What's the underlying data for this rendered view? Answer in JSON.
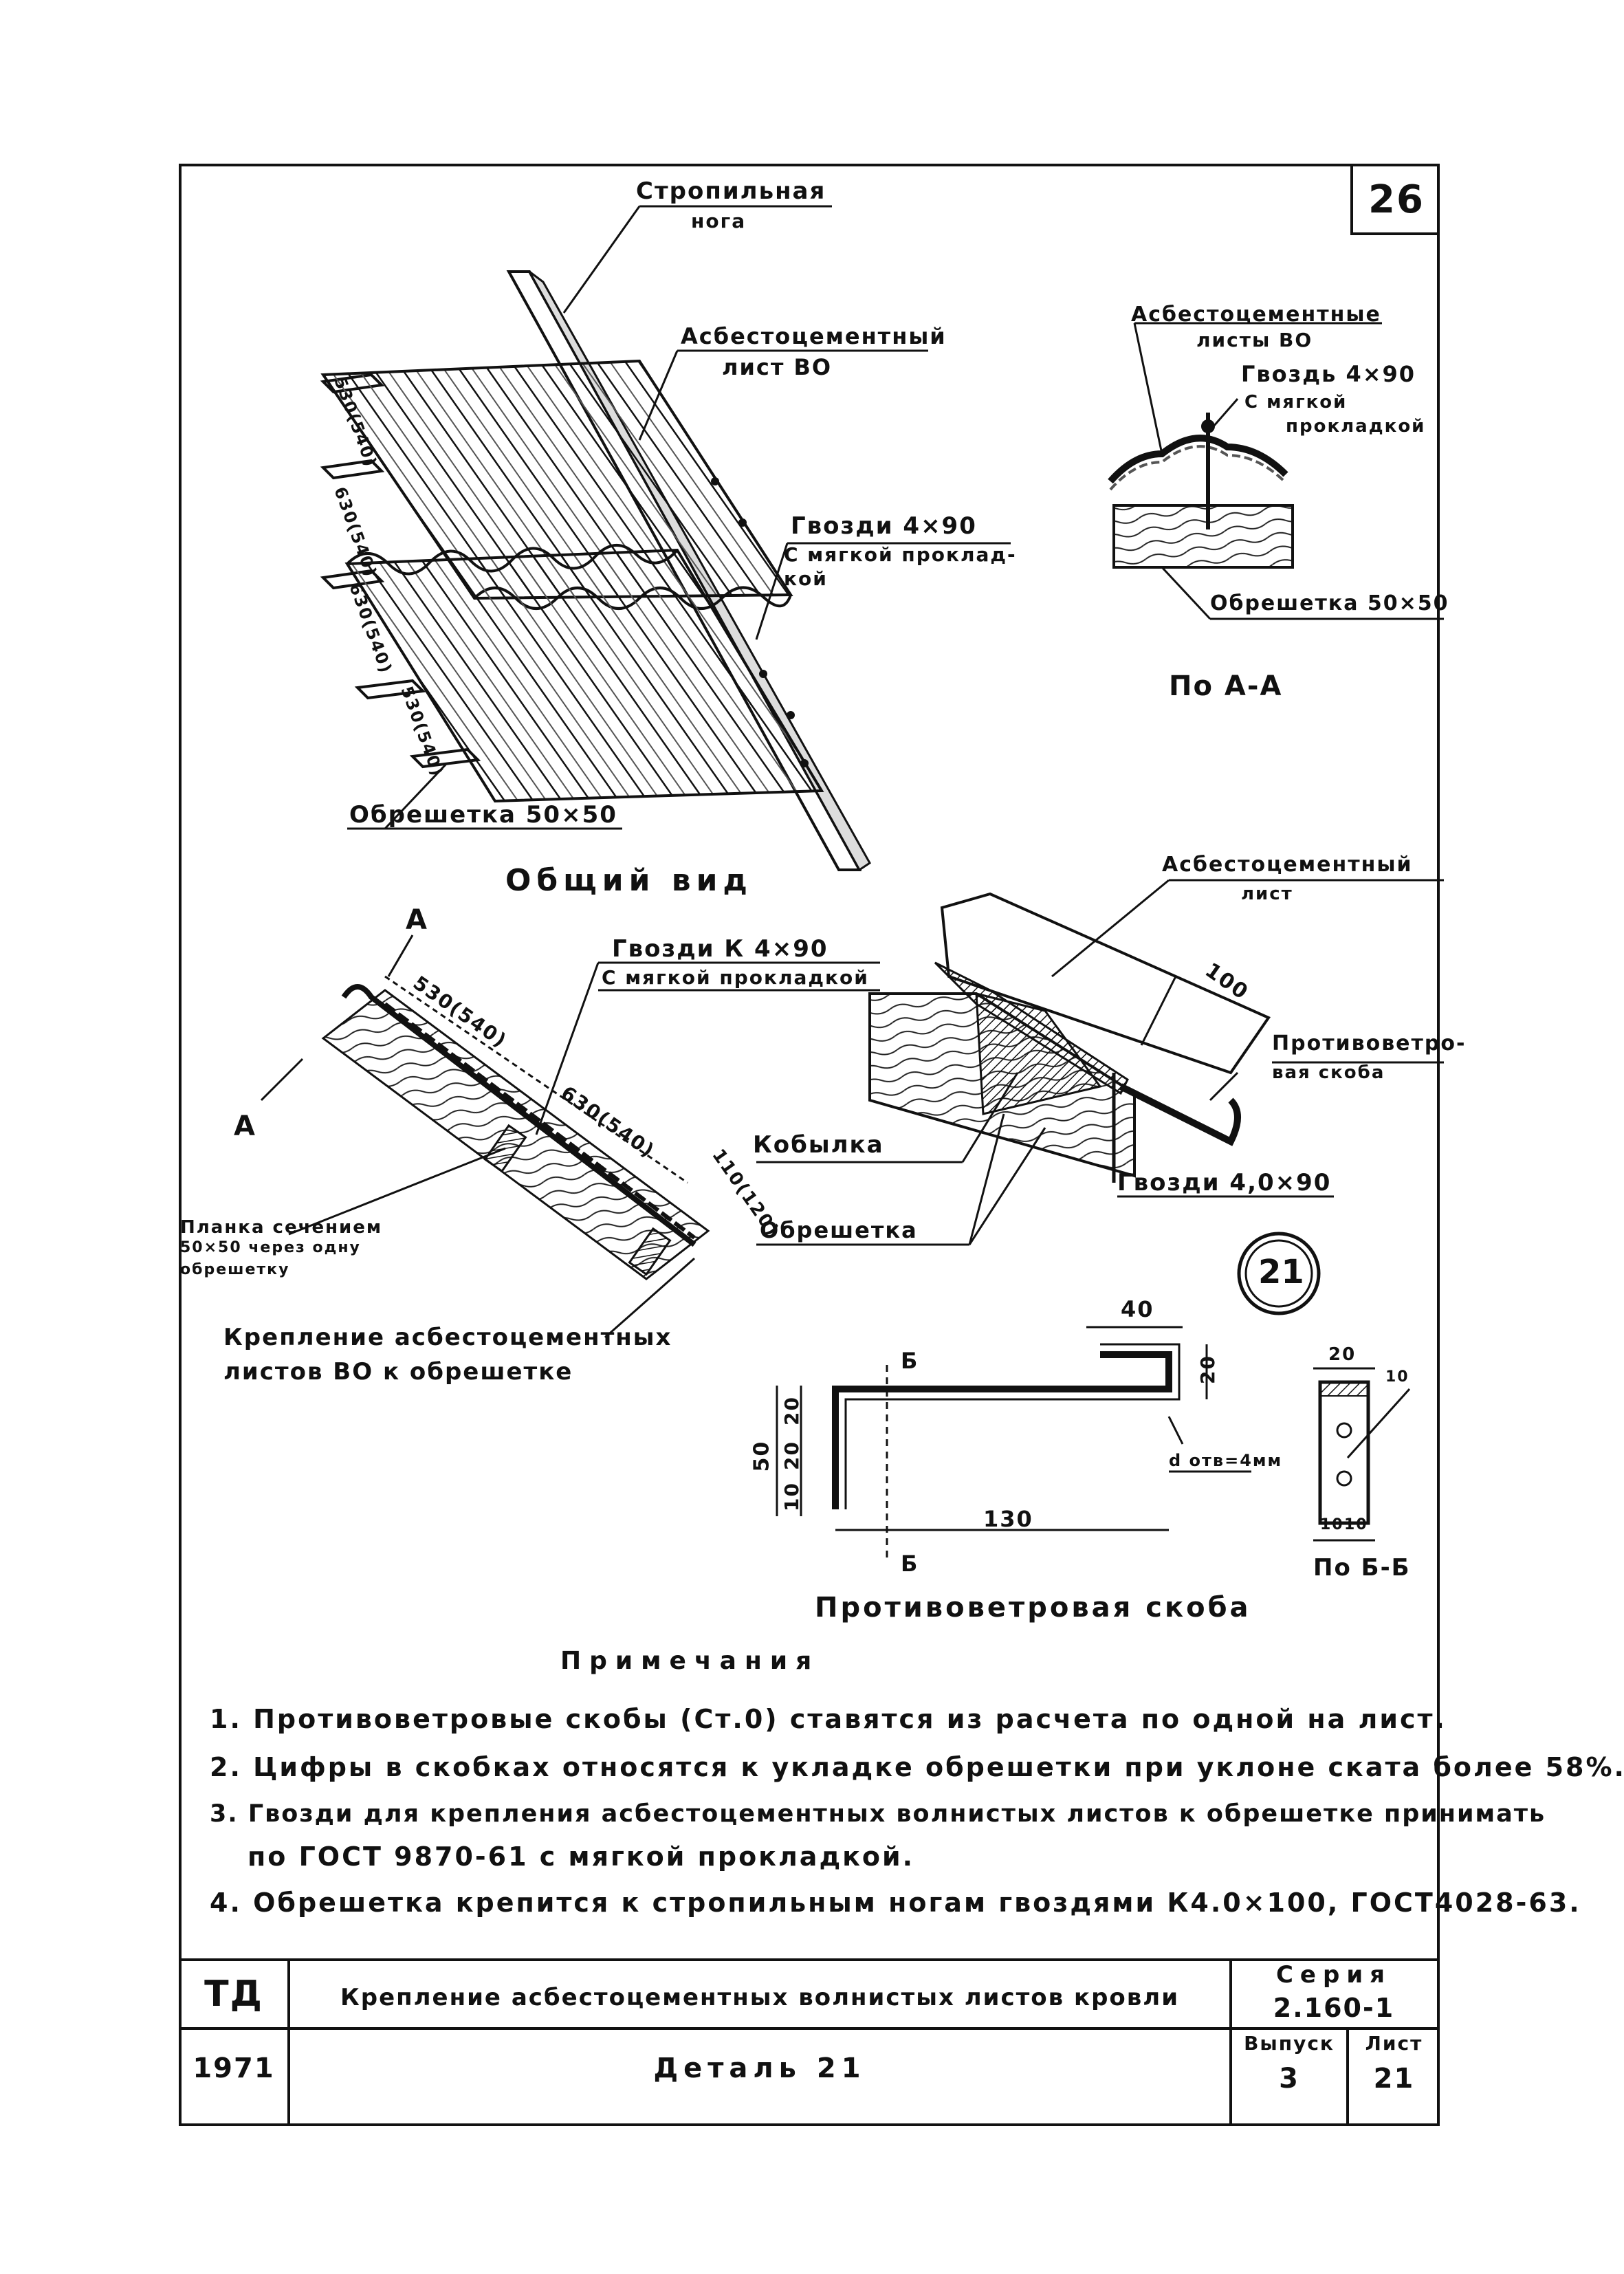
{
  "sheet_number": "26",
  "general_view": {
    "label_rafter": [
      "Стропильная",
      "нога"
    ],
    "label_sheet": [
      "Асбестоцементный",
      "лист ВО"
    ],
    "label_nails": [
      "Гвозди 4×90",
      "С мягкой проклад-",
      "кой"
    ],
    "label_batten": "Обрешетка 50×50",
    "dims": [
      "530(540)",
      "630(540)",
      "630(540)",
      "530(540)"
    ],
    "caption": "Общий вид"
  },
  "section_aa": {
    "label_sheets": [
      "Асбестоцементные",
      "листы ВО"
    ],
    "label_nail": [
      "Гвоздь 4×90",
      "С мягкой",
      "прокладкой"
    ],
    "label_batten": "Обрешетка 50×50",
    "caption": "По А-А"
  },
  "fixing_detail": {
    "section_mark": "А",
    "label_nails": [
      "Гвозди К 4×90",
      "С мягкой прокладкой"
    ],
    "dims": [
      "530(540)",
      "630(540)",
      "110(120)"
    ],
    "label_strip": [
      "Планка сечением",
      "50×50 через одну",
      "обрешетку"
    ],
    "caption": [
      "Крепление асбестоцементных",
      "листов ВО к обрешетке"
    ]
  },
  "detail_21": {
    "label_sheet": [
      "Асбестоцементный",
      "лист"
    ],
    "dim_100": "100",
    "label_bracket": [
      "Противоветро-",
      "вая скоба"
    ],
    "label_kobylka": "Кобылка",
    "label_obreshetka": "Обрешетка",
    "label_nails": "Гвозди 4,0×90",
    "circle": "21"
  },
  "bracket": {
    "dims": [
      "40",
      "20",
      "20",
      "20",
      "10",
      "50",
      "130",
      "20",
      "10",
      "10",
      "10"
    ],
    "hole": "d отв=4мм",
    "mark_b": "Б",
    "section_caption": "По Б-Б",
    "caption": "Противоветровая скоба"
  },
  "notes": {
    "title": "Примечания",
    "items": [
      "1. Противоветровые скобы (Ст.0) ставятся из расчета по одной на лист.",
      "2. Цифры в скобках относятся к укладке обрешетки при уклоне ската более 58%.",
      "3. Гвозди для крепления асбестоцементных волнистых листов к обрешетке принимать",
      "по ГОСТ 9870-61 с мягкой прокладкой.",
      "4. Обрешетка крепится к стропильным ногам гвоздями К4.0×100, ГОСТ4028-63."
    ]
  },
  "title_block": {
    "org": "ТД",
    "year": "1971",
    "title": "Крепление асбестоцементных волнистых листов кровли",
    "subtitle": "Деталь 21",
    "series_label": "Серия",
    "series_value": "2.160-1",
    "issue_label": "Выпуск",
    "issue_value": "3",
    "sheet_label": "Лист",
    "sheet_value": "21"
  }
}
